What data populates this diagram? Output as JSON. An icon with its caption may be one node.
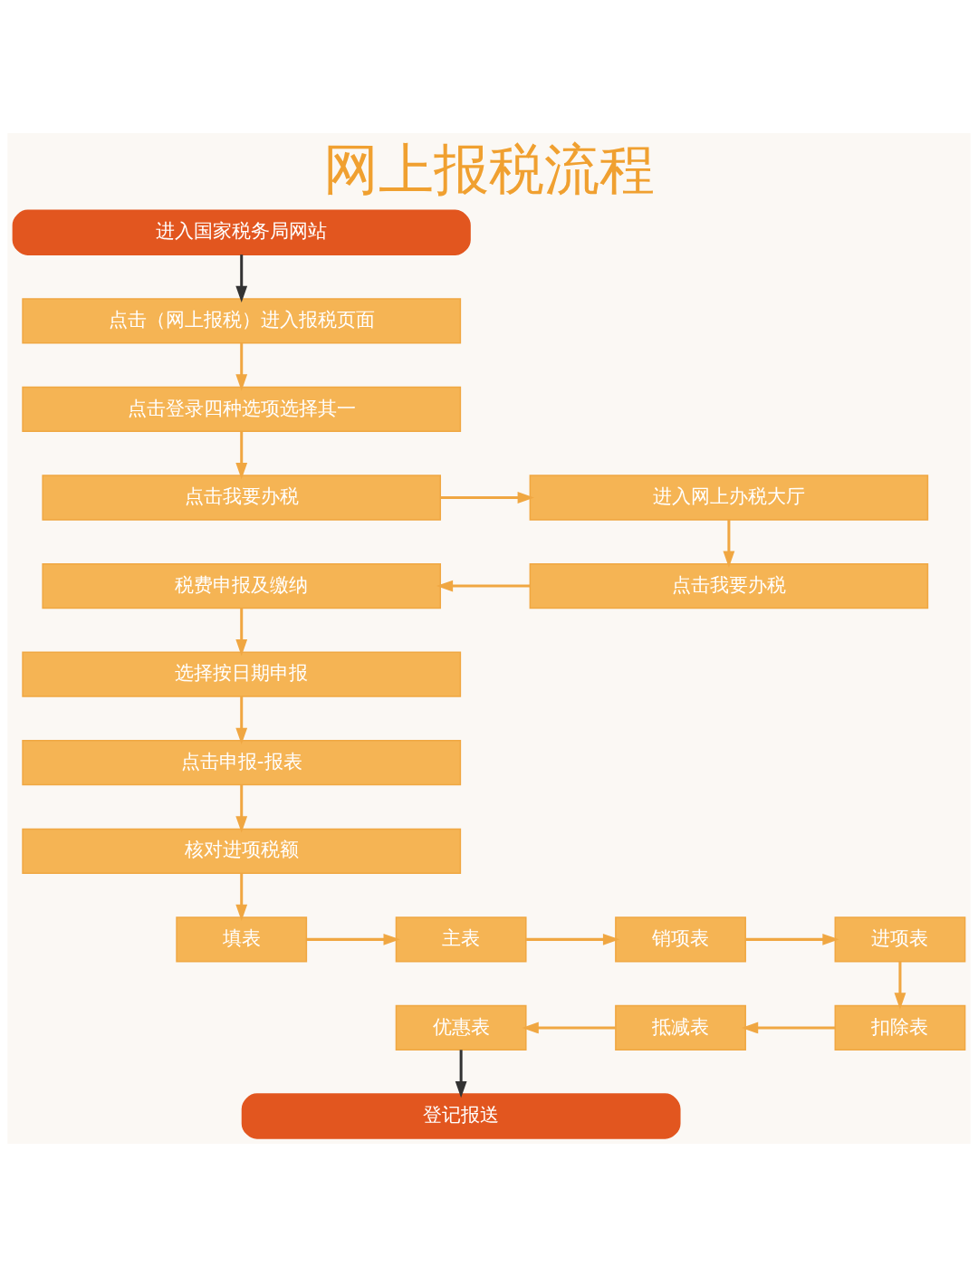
{
  "diagram": {
    "title": "网上报税流程",
    "nodes": [
      {
        "text": [
          "进入国家税务局网站"
        ]
      },
      {
        "text": [
          "点击（网上报税）进入报税页面"
        ]
      },
      {
        "text": [
          "点击登录四种选项选择其一"
        ]
      },
      {
        "text": [
          "点击我要办税"
        ]
      },
      {
        "text": [
          "进入网上办税大厅"
        ]
      },
      {
        "text": [
          "点击我要办税"
        ]
      },
      {
        "text": [
          "税费申报及缴纳"
        ]
      },
      {
        "text": [
          "选择按日期申报"
        ]
      },
      {
        "text": [
          "点击申报-报表"
        ]
      },
      {
        "text": [
          "核对进项税额"
        ]
      },
      {
        "text": [
          "填表"
        ]
      },
      {
        "text": [
          "主表"
        ]
      },
      {
        "text": [
          "销项表"
        ]
      },
      {
        "text": [
          "进项表"
        ]
      },
      {
        "text": [
          "扣除表"
        ]
      },
      {
        "text": [
          "抵减表"
        ]
      },
      {
        "text": [
          "优惠表"
        ]
      },
      {
        "text": [
          "登记报送"
        ]
      }
    ],
    "edges": [
      {
        "from": 0,
        "to": 1,
        "arrow": "to",
        "color": "#333333"
      },
      {
        "from": 1,
        "to": 2,
        "arrow": "to"
      },
      {
        "from": 2,
        "to": 3,
        "arrow": "to"
      },
      {
        "from": 3,
        "to": 4,
        "arrow": "to"
      },
      {
        "from": 4,
        "to": 5,
        "arrow": "to"
      },
      {
        "from": 5,
        "to": 6,
        "arrow": "to"
      },
      {
        "from": 6,
        "to": 7,
        "arrow": "to"
      },
      {
        "from": 7,
        "to": 8,
        "arrow": "to"
      },
      {
        "from": 8,
        "to": 9,
        "arrow": "to"
      },
      {
        "from": 9,
        "to": 10,
        "arrow": "to"
      },
      {
        "from": 10,
        "to": 11,
        "arrow": "to"
      },
      {
        "from": 11,
        "to": 12,
        "arrow": "to"
      },
      {
        "from": 12,
        "to": 13,
        "arrow": "to"
      },
      {
        "from": 13,
        "to": 14,
        "arrow": "to"
      },
      {
        "from": 14,
        "to": 15,
        "arrow": "to"
      },
      {
        "from": 15,
        "to": 16,
        "arrow": "to"
      },
      {
        "from": 16,
        "to": 17,
        "arrow": "to",
        "color": "#333333"
      }
    ]
  }
}
